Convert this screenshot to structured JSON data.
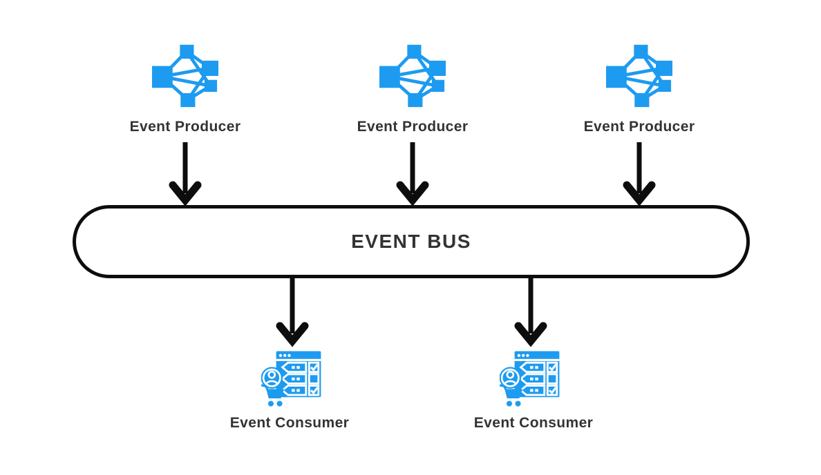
{
  "diagram": {
    "producers": [
      {
        "label": "Event Producer",
        "icon": "mesh-network-icon"
      },
      {
        "label": "Event Producer",
        "icon": "mesh-network-icon"
      },
      {
        "label": "Event Producer",
        "icon": "mesh-network-icon"
      }
    ],
    "bus": {
      "label": "EVENT BUS"
    },
    "consumers": [
      {
        "label": "Event Consumer",
        "icon": "order-checklist-cart-icon"
      },
      {
        "label": "Event Consumer",
        "icon": "order-checklist-cart-icon"
      }
    ]
  },
  "colors": {
    "accent-blue": "#1d9bf0",
    "arrow-black": "#0d0d0d",
    "text-dark": "#333333",
    "background": "#ffffff"
  }
}
